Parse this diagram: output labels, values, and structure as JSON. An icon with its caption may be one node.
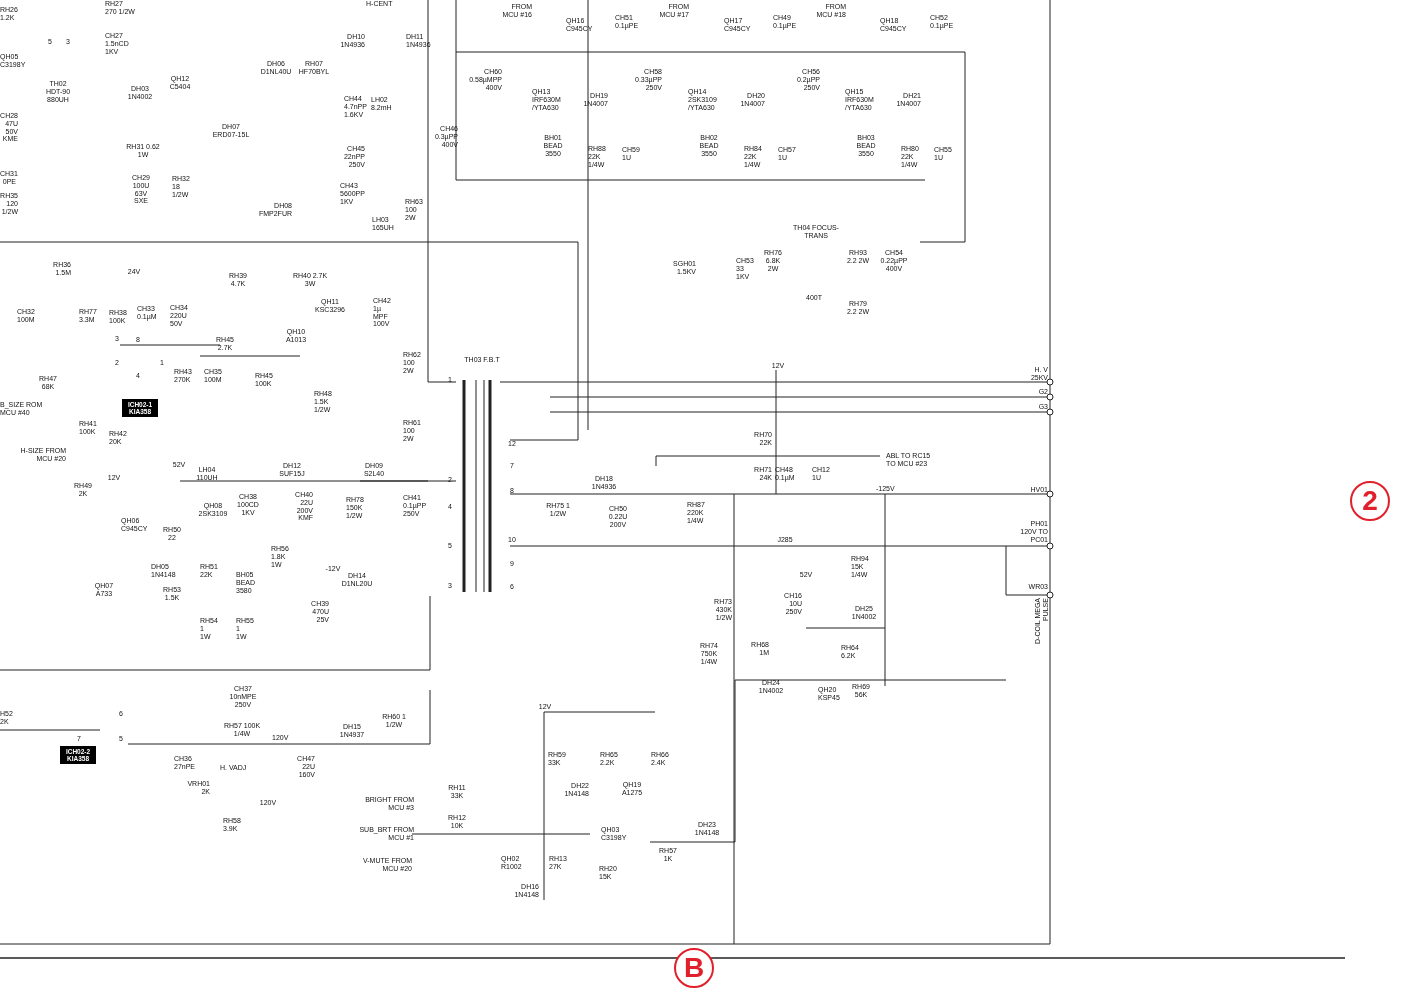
{
  "diagram": {
    "nodes": [
      {
        "text": [
          "ICH02-1 KIA358"
        ]
      },
      {
        "text": [
          "2"
        ]
      },
      {
        "text": [
          "ICH02-2 KIA358"
        ]
      },
      {
        "text": [
          "B"
        ]
      }
    ],
    "labels": [
      "RH26 1.2K",
      "5",
      "3",
      "RH27 270 1/2W",
      "CH27 1.5nCD 1KV",
      "H-CENT",
      "FROM MCU #16",
      "QH16 C945CY",
      "CH51 0.1µPE",
      "FROM MCU #17",
      "QH17 C945CY",
      "CH49 0.1µPE",
      "FROM MCU #18",
      "QH18 C945CY",
      "CH52 0.1µPE",
      "DH10 1N4936",
      "DH11 1N4936",
      "QH05 C3198Y",
      "DH06 D1NL40U",
      "RH07 HF70BYL",
      "CH60 0.58µMPP 400V",
      "CH58 0.33µPP 250V",
      "CH56 0.2µPP 250V",
      "QH12 C5404",
      "TH02 HDT-90 880UH",
      "DH03 1N4002",
      "QH13 IRF630M /YTA630",
      "DH19 1N4007",
      "QH14 2SK3109 /YTA630",
      "DH20 1N4007",
      "QH15 IRF630M /YTA630",
      "DH21 1N4007",
      "CH44 4.7nPP 1.6KV",
      "LH02 8.2mH",
      "CH28 47U 50V KME",
      "DH07 ERD07-15L",
      "CH46 0.3µPP 400V",
      "BH01 BEAD 3550",
      "BH02 BEAD 3550",
      "BH03 BEAD 3550",
      "RH31 0.62 1W",
      "CH45 22nPP 250V",
      "RH88 22K 1/4W",
      "CH59 1U",
      "RH84 22K 1/4W",
      "CH57 1U",
      "RH80 22K 1/4W",
      "CH55 1U",
      "CH31 0PE",
      "CH29 100U 63V SXE",
      "RH32 18 1/2W",
      "CH43 5600PP 1KV",
      "RH35 120 1/2W",
      "RH63 100 2W",
      "DH08 FMP2FUR",
      "LH03 165UH",
      "TH04 FOCUS-TRANS",
      "RH76 6.8K 2W",
      "RH93 2.2 2W",
      "CH54 0.22µPP 400V",
      "SGH01 1.5KV",
      "CH53 33 1KV",
      "RH36 1.5M",
      "24V",
      "RH39 4.7K",
      "RH40 2.7K 3W",
      "400T",
      "QH11 KSC3296",
      "CH42 1µ MPF 100V",
      "RH79 2.2 2W",
      "CH32 100M",
      "RH77 3.3M",
      "RH38 100K",
      "CH33 0.1µM",
      "CH34 220U 50V",
      "QH10 A1013",
      "3",
      "8",
      "RH45 2.7K",
      "RH62 100 2W",
      "TH03 F.B.T",
      "2",
      "1",
      "12V",
      "H. V 25KV",
      "RH43 270K",
      "CH35 100M",
      "RH45 100K",
      "4",
      "RH47 68K",
      "1",
      "G2",
      "RH48 1.5K 1/2W",
      "B_SIZE ROM MCU #40",
      "G3",
      "RH41 100K",
      "RH61 100 2W",
      "RH42 20K",
      "RH70 22K",
      "12",
      "H-SIZE FROM MCU #20",
      "ABL TO RC15 TO MCU #23",
      "52V",
      "LH04 110UH",
      "DH12 SUF15J",
      "DH09 S2L40",
      "7",
      "RH71 24K",
      "CH48 0.1µM",
      "CH12 1U",
      "DH18 1N4936",
      "2",
      "12V",
      "RH49 2K",
      "-125V",
      "HV01",
      "8",
      "CH40 22U 200V KMF",
      "CH38 100CD 1KV",
      "CH41 0.1µPP 250V",
      "RH78 150K 1/2W",
      "RH87 220K 1/4W",
      "RH75 1 1/2W",
      "QH08 2SK3109",
      "4",
      "CH50 0.22U 200V",
      "QH06 C945CY",
      "PH01 120V TO PC01",
      "RH50 22",
      "J285",
      "10",
      "5",
      "RH56 1.8K 1W",
      "RH94 15K 1/4W",
      "9",
      "DH05 1N4148",
      "RH51 22K",
      "-12V",
      "BH05 BEAD 3580",
      "52V",
      "DH14 D1NL20U",
      "3",
      "6",
      "QH07 A733",
      "WR03",
      "RH53 1.5K",
      "CH16 10U 250V",
      "RH73 430K 1/2W",
      "CH39 470U 25V",
      "DH25 1N4002",
      "D-COIL MEGA PULSE",
      "RH54 1 1W",
      "RH55 1 1W",
      "RH68 1M",
      "RH74 750K 1/4W",
      "RH64 6.2K",
      "DH24 1N4002",
      "RH69 56K",
      "QH20 KSP45",
      "CH37 10nMPE 250V",
      "12V",
      "H52 2K",
      "6",
      "RH60 1 1/2W",
      "RH57 100K 1/4W",
      "DH15 1N4937",
      "120V",
      "7",
      "5",
      "RH59 33K",
      "RH65 2.2K",
      "RH66 2.4K",
      "CH36 27nPE",
      "CH47 22U 160V",
      "H. VADJ",
      "VRH01 2K",
      "DH22 1N4148",
      "QH19 A1275",
      "RH11 33K",
      "BRIGHT FROM MCU #3",
      "120V",
      "RH12 10K",
      "RH58 3.9K",
      "DH23 1N4148",
      "QH03 C3198Y",
      "SUB_BRT FROM MCU #1",
      "RH57 1K",
      "V-MUTE FROM MCU #20",
      "QH02 R1002",
      "RH13 27K",
      "RH20 15K",
      "DH16 1N4148"
    ]
  }
}
